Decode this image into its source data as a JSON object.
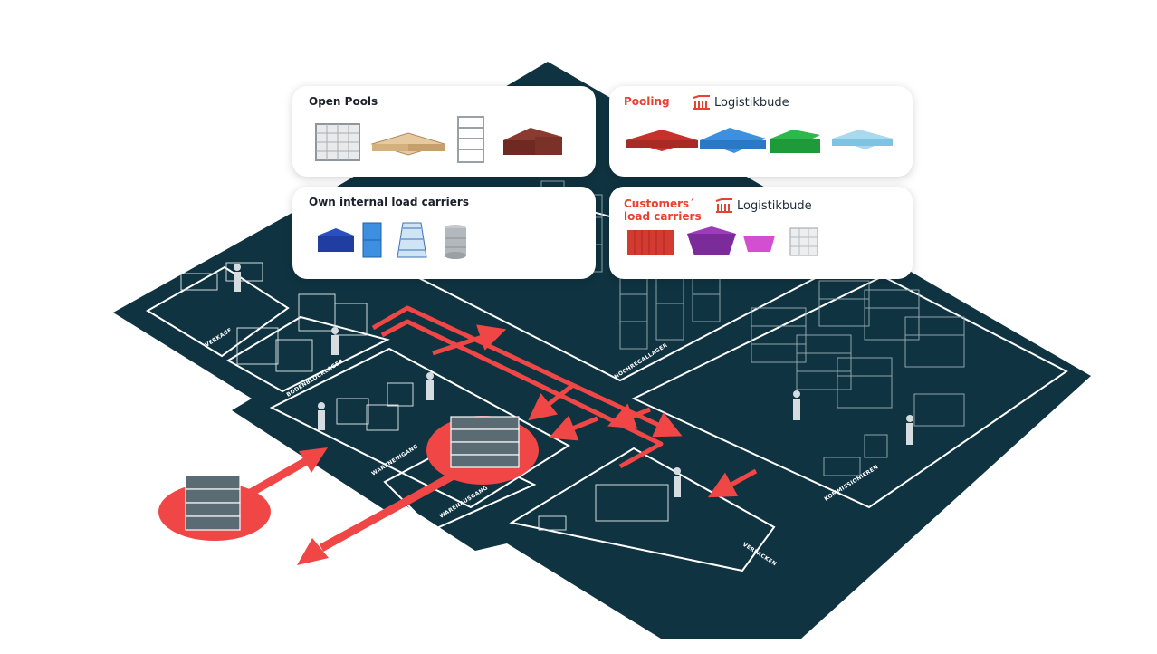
{
  "cards": {
    "open_pools": {
      "title": "Open Pools"
    },
    "pooling": {
      "title": "Pooling",
      "brand": "Logistikbude"
    },
    "own_internal": {
      "title": "Own internal load carriers"
    },
    "customers": {
      "title_line1": "Customers´",
      "title_line2": "load carriers",
      "brand": "Logistikbude"
    }
  },
  "zones": {
    "verkauf": "VERKAUF",
    "bodenblocklager": "BODENBLOCKLAGER",
    "hochregallager": "HOCHREGALLAGER",
    "wareneingang": "WARENEINGANG",
    "warenausgang": "WARENAUSGANG",
    "kommissionieren": "KOMMISSIONIEREN",
    "verpacken": "VERPACKEN"
  },
  "colors": {
    "floor": "#0f3340",
    "accent": "#f04646",
    "brand": "#e8412f",
    "line": "#ffffff"
  },
  "icons": {
    "open_pools": [
      "gitterbox-icon",
      "euro-pallet-icon",
      "trolley-rack-icon",
      "crate-icon"
    ],
    "pooling": [
      "red-pallet-icon",
      "blue-plastic-pallet-icon",
      "green-crate-icon",
      "light-blue-pallet-icon"
    ],
    "own_internal": [
      "blue-box-icon",
      "blue-cabinet-icon",
      "glass-rack-icon",
      "keg-icon"
    ],
    "customers": [
      "container-icon",
      "purple-skip-icon",
      "pink-bin-icon",
      "ibc-tank-icon"
    ]
  }
}
